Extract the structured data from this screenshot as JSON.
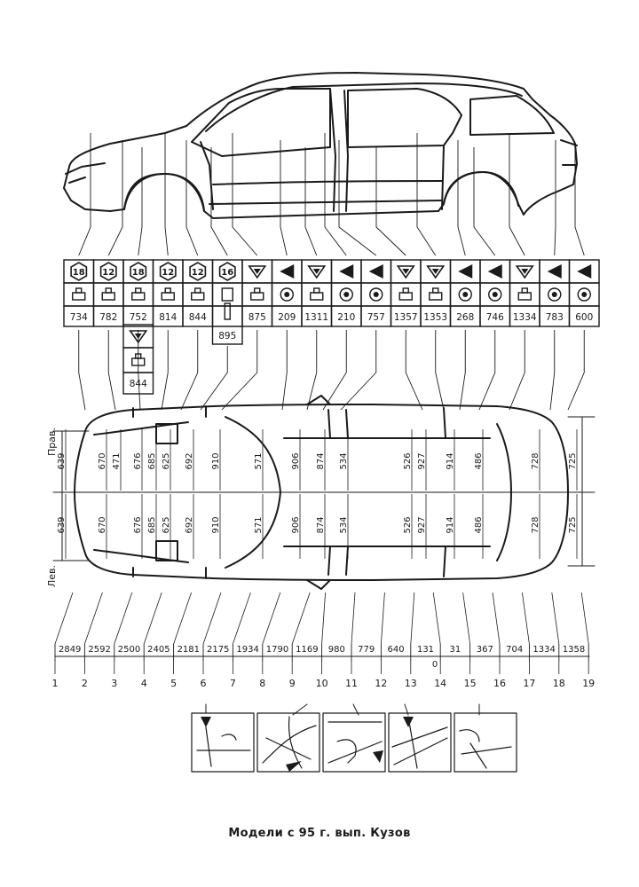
{
  "caption": "Модели с 95 г. вып. Кузов",
  "side_labels": {
    "right": "Прав.",
    "left": "Лев."
  },
  "columns": [
    {
      "symbol": "hex",
      "symbol_text": "18",
      "body": "block",
      "value": "734"
    },
    {
      "symbol": "hex",
      "symbol_text": "12",
      "body": "block",
      "value": "782"
    },
    {
      "symbol": "hex",
      "symbol_text": "18",
      "body": "block",
      "value": "752"
    },
    {
      "symbol": "hex",
      "symbol_text": "12",
      "body": "block",
      "value": "814"
    },
    {
      "symbol": "hex",
      "symbol_text": "12",
      "body": "block",
      "value": "844"
    },
    {
      "symbol": "hex",
      "symbol_text": "16",
      "body": "pin",
      "value": "895"
    },
    {
      "symbol": "tri-down",
      "symbol_text": "",
      "body": "block",
      "value": "875"
    },
    {
      "symbol": "tri-left",
      "symbol_text": "",
      "body": "ring",
      "value": "209"
    },
    {
      "symbol": "tri-down",
      "symbol_text": "",
      "body": "block",
      "value": "1311"
    },
    {
      "symbol": "tri-left",
      "symbol_text": "",
      "body": "ring",
      "value": "210"
    },
    {
      "symbol": "tri-left",
      "symbol_text": "",
      "body": "ring",
      "value": "757"
    },
    {
      "symbol": "tri-down",
      "symbol_text": "",
      "body": "block",
      "value": "1357"
    },
    {
      "symbol": "tri-down",
      "symbol_text": "",
      "body": "block",
      "value": "1353"
    },
    {
      "symbol": "tri-left",
      "symbol_text": "",
      "body": "ring",
      "value": "268"
    },
    {
      "symbol": "tri-left",
      "symbol_text": "",
      "body": "ring",
      "value": "746"
    },
    {
      "symbol": "tri-down",
      "symbol_text": "",
      "body": "block",
      "value": "1334"
    },
    {
      "symbol": "tri-left",
      "symbol_text": "",
      "body": "ring",
      "value": "783"
    },
    {
      "symbol": "tri-left",
      "symbol_text": "",
      "body": "ring",
      "value": "600"
    }
  ],
  "extra_box": {
    "symbol": "tri-down",
    "body": "block",
    "value": "844"
  },
  "upper_widths": [
    "639",
    "670",
    "471",
    "676",
    "685",
    "625",
    "692",
    "910",
    "571",
    "906",
    "874",
    "534",
    "526",
    "927",
    "914",
    "486",
    "728",
    "725"
  ],
  "lower_widths": [
    "639",
    "670",
    "676",
    "685",
    "625",
    "692",
    "910",
    "571",
    "906",
    "874",
    "534",
    "526",
    "927",
    "914",
    "486",
    "728",
    "725"
  ],
  "longitudinal": [
    "2849",
    "2592",
    "2500",
    "2405",
    "2181",
    "2175",
    "1934",
    "1790",
    "1169",
    "980",
    "779",
    "640",
    "131",
    "31",
    "367",
    "704",
    "1334",
    "1358"
  ],
  "zero_label": "0",
  "point_numbers": [
    "1",
    "2",
    "3",
    "4",
    "5",
    "6",
    "7",
    "8",
    "9",
    "10",
    "11",
    "12",
    "13",
    "14",
    "15",
    "16",
    "17",
    "18",
    "19"
  ]
}
